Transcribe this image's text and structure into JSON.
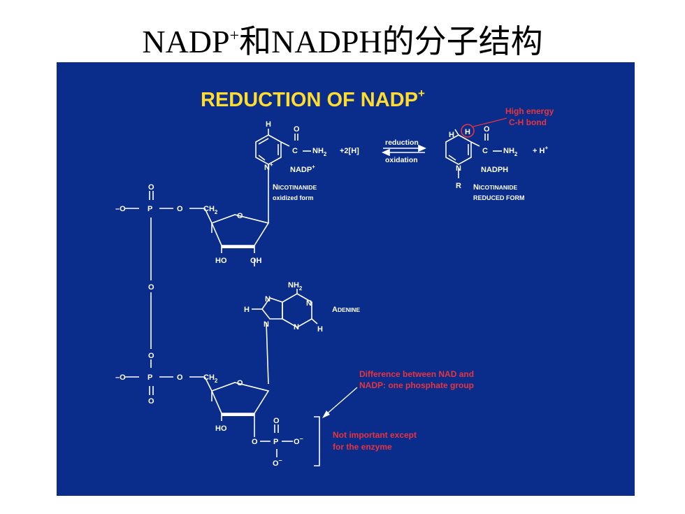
{
  "title": {
    "prefix": "NADP",
    "superscript": "+",
    "suffix": "和NADPH的分子结构"
  },
  "colors": {
    "panel_background": "#0a2d8c",
    "banner_text": "#ffdc2e",
    "annotation_text": "#e8343e",
    "structure_lines": "#ffffff"
  },
  "diagram": {
    "heading": {
      "text": "REDUCTION OF NADP",
      "superscript": "+"
    },
    "reaction": {
      "reagent": "+2[H]",
      "forward_label": "reduction",
      "reverse_label": "oxidation",
      "product_extra": "+ H",
      "product_extra_superscript": "+"
    },
    "oxidized": {
      "name": "NADP",
      "name_superscript": "+",
      "caption_head": "N",
      "caption_rest": "ICOTINANIDE",
      "caption_line2": "oxidized form"
    },
    "reduced": {
      "name": "NADPH",
      "r_group": "R",
      "caption_head": "N",
      "caption_rest": "ICOTINANIDE",
      "caption_line2": "REDUCED FORM"
    },
    "adenine_label": {
      "head": "A",
      "rest": "DENINE"
    },
    "atoms": {
      "H": "H",
      "O": "O",
      "N": "N",
      "N_plus": "N",
      "plus": "+",
      "C": "C",
      "P": "P",
      "NH": "NH",
      "sub2": "2",
      "CH": "CH",
      "HO": "HO",
      "OH": "OH",
      "O_minus": "O",
      "minus": "–",
      "neg_O": "–O"
    },
    "annotations": {
      "high_energy_line1": "High energy",
      "high_energy_line2": "C-H bond",
      "difference_line1": "Difference between NAD and",
      "difference_line2": "NADP: one phosphate group",
      "not_important_line1": "Not important except",
      "not_important_line2": "for the enzyme"
    }
  }
}
